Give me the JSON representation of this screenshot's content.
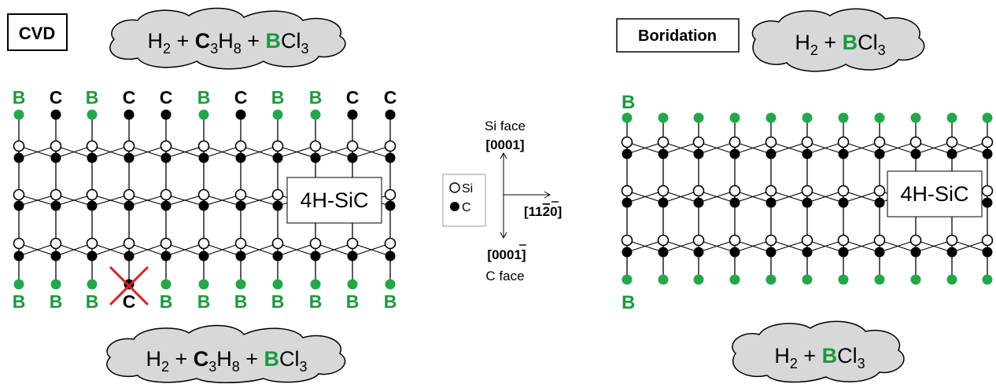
{
  "left_panel": {
    "label": "CVD",
    "top_gas": {
      "h": "H",
      "h_sub": "2",
      "plus1": " + ",
      "c": "C",
      "c_sub": "3",
      "h2": "H",
      "h2_sub": "8",
      "plus2": " + ",
      "b": "B",
      "cl": "Cl",
      "cl_sub": "3"
    },
    "bottom_gas": {
      "h": "H",
      "h_sub": "2",
      "plus1": " + ",
      "c": "C",
      "c_sub": "3",
      "h2": "H",
      "h2_sub": "8",
      "plus2": " + ",
      "b": "B",
      "cl": "Cl",
      "cl_sub": "3"
    },
    "crystal_label": "4H-SiC",
    "top_atoms": [
      "B",
      "C",
      "B",
      "C",
      "C",
      "B",
      "C",
      "B",
      "B",
      "C",
      "C"
    ],
    "bottom_atoms": [
      "B",
      "B",
      "B",
      "C",
      "B",
      "B",
      "B",
      "B",
      "B",
      "B",
      "B"
    ],
    "crossed_bottom_index": 3
  },
  "right_panel": {
    "label": "Boridation",
    "top_gas": {
      "h": "H",
      "h_sub": "2",
      "plus": " + ",
      "b": "B",
      "cl": "Cl",
      "cl_sub": "3"
    },
    "bottom_gas": {
      "h": "H",
      "h_sub": "2",
      "plus": " + ",
      "b": "B",
      "cl": "Cl",
      "cl_sub": "3"
    },
    "crystal_label": "4H-SiC",
    "top_label": "B",
    "bottom_label": "B"
  },
  "center": {
    "si_face": "Si face",
    "up_dir": "[0001]",
    "right_dir_pre": "[11",
    "right_dir_bar": "2",
    "right_dir_post": "0]",
    "down_dir_pre": "[000",
    "down_dir_bar": "1",
    "down_dir_post": "]",
    "c_face": "C face",
    "legend": {
      "si": "Si",
      "c": "C"
    }
  },
  "colors": {
    "boron": "#1a9a3c",
    "boron_dot": "#22a84a",
    "cloud": "#d8d8d8",
    "cross": "#e02020",
    "ink": "#000000"
  }
}
